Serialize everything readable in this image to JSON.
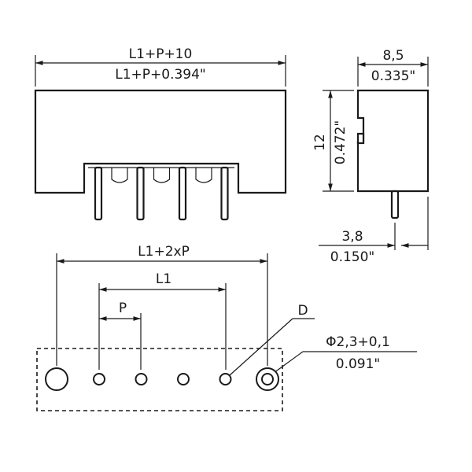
{
  "drawing": {
    "front_view": {
      "width_mm": "L1+P+10",
      "width_in": "L1+P+0.394\""
    },
    "side_view": {
      "depth_mm": "8,5",
      "depth_in": "0.335\"",
      "height_mm": "12",
      "height_in": "0.472\"",
      "pin_offset_mm": "3,8",
      "pin_offset_in": "0.150\""
    },
    "footprint": {
      "overall_pitch": "L1+2xP",
      "length_l1": "L1",
      "pitch": "P",
      "hole_label": "D",
      "mount_hole_mm": "Φ2,3+0,1",
      "mount_hole_in": "0.091\""
    },
    "pin_count": 4,
    "hole_count": 5
  }
}
